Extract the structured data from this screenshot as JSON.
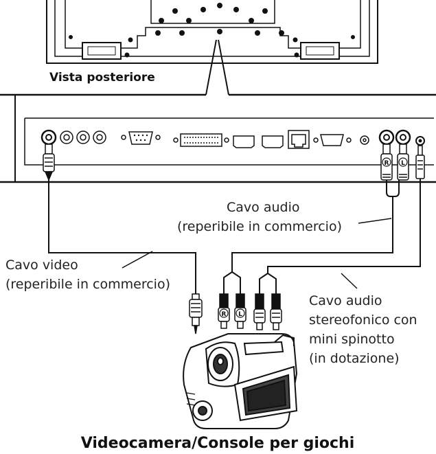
{
  "labels": {
    "rear_view": "Vista posteriore",
    "audio_cable_line1": "Cavo audio",
    "audio_cable_line2": "(reperibile in commercio)",
    "video_cable_line1": "Cavo video",
    "video_cable_line2": "(reperibile in commercio)",
    "stereo_cable_line1": "Cavo audio",
    "stereo_cable_line2": "stereofonico con",
    "stereo_cable_line3": "mini spinotto",
    "stereo_cable_line4": "(in dotazione)",
    "device_caption": "Videocamera/Console per giochi"
  },
  "plug_marks": {
    "right": "R",
    "left": "L"
  }
}
